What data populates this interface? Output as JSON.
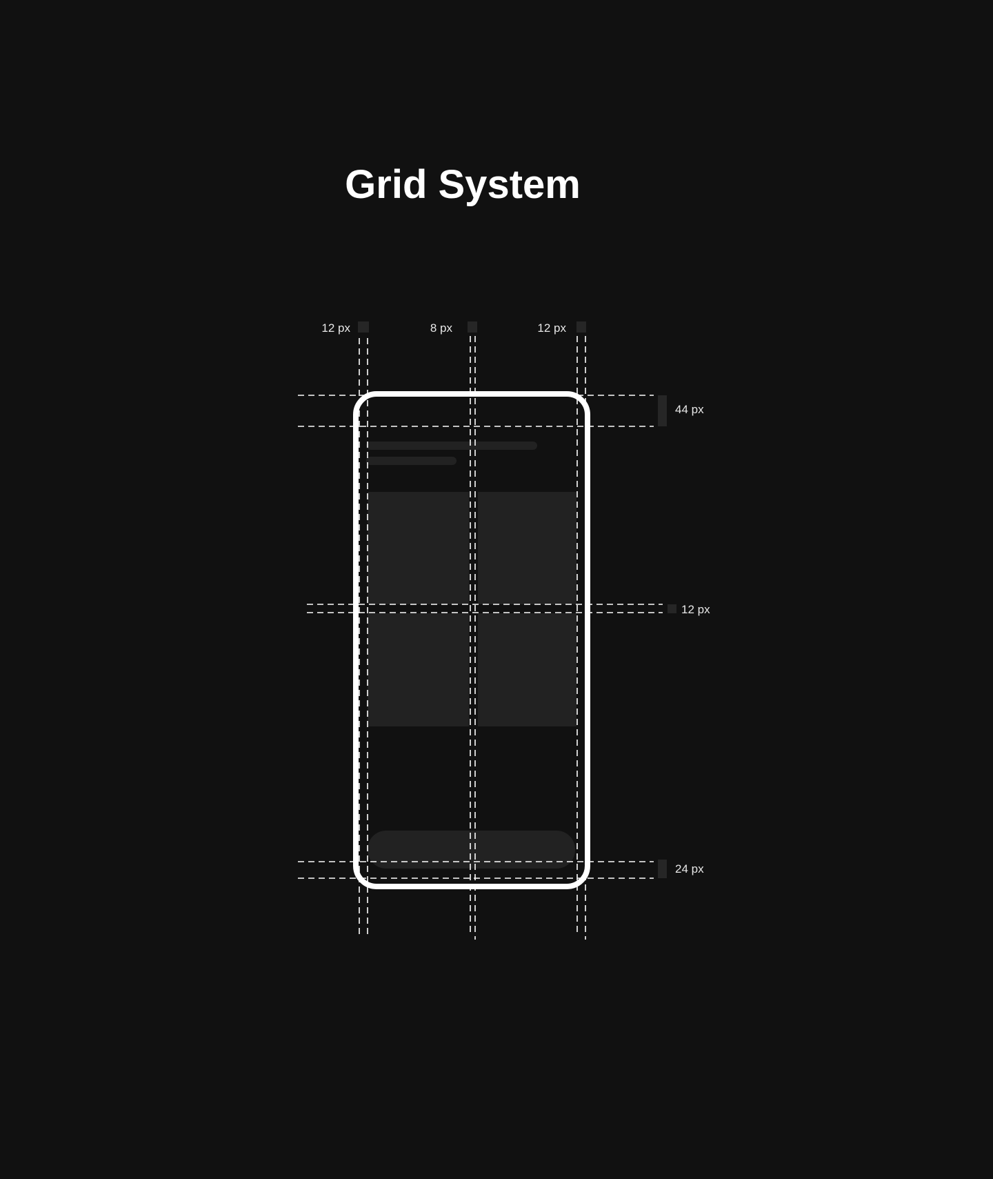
{
  "title": "Grid System",
  "columns": {
    "left_margin": "12 px",
    "gutter": "8 px",
    "right_margin": "12 px"
  },
  "rows": {
    "header": "44 px",
    "gutter": "12 px",
    "bottom": "24 px"
  },
  "colors": {
    "background": "#111111",
    "frame": "#ffffff",
    "placeholder": "#222222",
    "guide": "#ffffff"
  }
}
